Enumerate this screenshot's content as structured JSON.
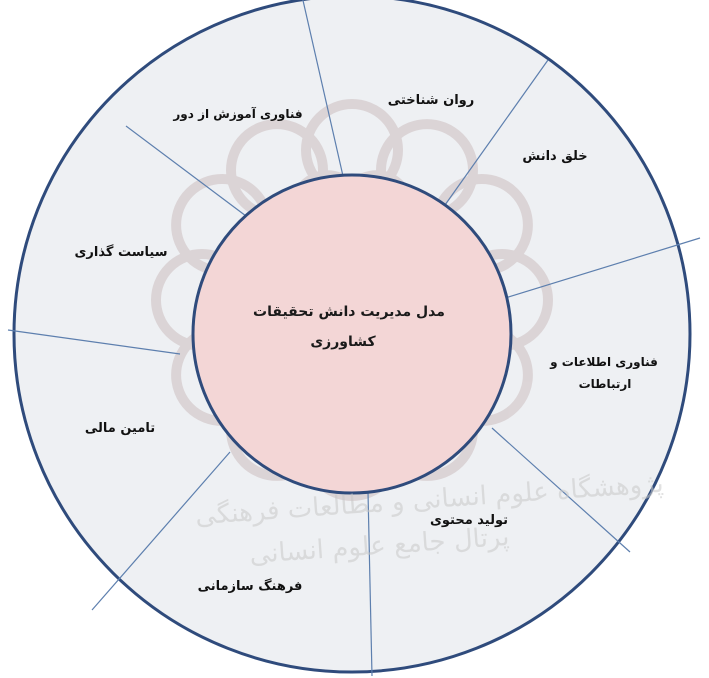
{
  "diagram": {
    "center": {
      "line1": "مدل مدیریت دانش تحقیقات",
      "line2": "کشاورزی"
    },
    "segments": [
      {
        "id": "psychology",
        "lines": [
          "روان شناختی"
        ]
      },
      {
        "id": "knowledge-creation",
        "lines": [
          "خلق دانش"
        ]
      },
      {
        "id": "ict",
        "lines": [
          "فناوری اطلاعات و",
          "ارتباطات"
        ]
      },
      {
        "id": "content-production",
        "lines": [
          "تولید محتوی"
        ]
      },
      {
        "id": "organizational-culture",
        "lines": [
          "فرهنگ سازمانی"
        ]
      },
      {
        "id": "financing",
        "lines": [
          "تامین مالی"
        ]
      },
      {
        "id": "policy-making",
        "lines": [
          "سیاست گذاری"
        ]
      },
      {
        "id": "distance-learning",
        "lines": [
          "فناوری آموزش از دور"
        ]
      }
    ],
    "colors": {
      "outer_fill": "#eef0f3",
      "ring_stroke": "#2f4b7c",
      "inner_fill": "#f3d6d6",
      "divider_stroke": "#5d7fae",
      "watermark": "#b9a3a3"
    },
    "watermark_lines": [
      "پژوهشگاه علوم انسانی و مطالعات فرهنگی",
      "پرتال جامع علوم انسانی"
    ]
  }
}
